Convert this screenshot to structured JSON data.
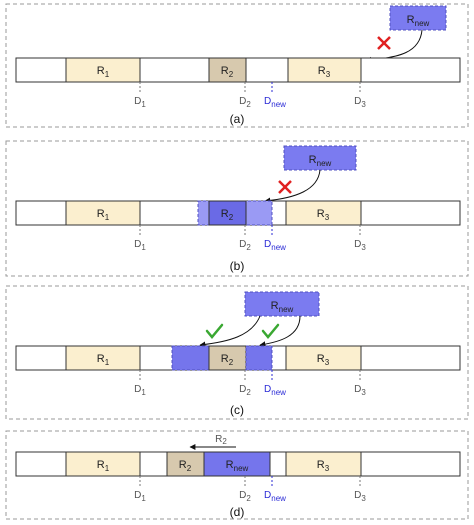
{
  "panels": [
    {
      "caption": "(a)",
      "blocks": [
        {
          "label": "R",
          "sub": "1",
          "fill": "#fbefcf"
        },
        {
          "label": "R",
          "sub": "2",
          "fill": "#d7c9ae"
        },
        {
          "label": "R",
          "sub": "3",
          "fill": "#fbefcf"
        }
      ],
      "new_box": {
        "label": "R",
        "sub": "new"
      },
      "marks": [
        "x"
      ],
      "deadlines": [
        {
          "label": "D",
          "sub": "1"
        },
        {
          "label": "D",
          "sub": "2"
        },
        {
          "label": "D",
          "sub": "new"
        },
        {
          "label": "D",
          "sub": "3"
        }
      ]
    },
    {
      "caption": "(b)",
      "blocks": [
        {
          "label": "R",
          "sub": "1",
          "fill": "#fbefcf"
        },
        {
          "label": "R",
          "sub": "2",
          "fill": "#6a6ae6"
        },
        {
          "label": "R",
          "sub": "3",
          "fill": "#fbefcf"
        }
      ],
      "new_box": {
        "label": "R",
        "sub": "new"
      },
      "marks": [
        "x"
      ],
      "deadlines": [
        {
          "label": "D",
          "sub": "1"
        },
        {
          "label": "D",
          "sub": "2"
        },
        {
          "label": "D",
          "sub": "new"
        },
        {
          "label": "D",
          "sub": "3"
        }
      ]
    },
    {
      "caption": "(c)",
      "blocks": [
        {
          "label": "R",
          "sub": "1",
          "fill": "#fbefcf"
        },
        {
          "label": "R",
          "sub": "2",
          "fill": "#d7c9ae"
        },
        {
          "label": "R",
          "sub": "3",
          "fill": "#fbefcf"
        }
      ],
      "new_box": {
        "label": "R",
        "sub": "new"
      },
      "marks": [
        "check",
        "check"
      ],
      "deadlines": [
        {
          "label": "D",
          "sub": "1"
        },
        {
          "label": "D",
          "sub": "2"
        },
        {
          "label": "D",
          "sub": "new"
        },
        {
          "label": "D",
          "sub": "3"
        }
      ]
    },
    {
      "caption": "(d)",
      "blocks": [
        {
          "label": "R",
          "sub": "1",
          "fill": "#fbefcf"
        },
        {
          "label": "R",
          "sub": "2",
          "fill": "#d7c9ae"
        },
        {
          "label": "R",
          "sub": "new",
          "fill": "#7575ec"
        },
        {
          "label": "R",
          "sub": "3",
          "fill": "#fbefcf"
        }
      ],
      "shift_label": {
        "label": "R",
        "sub": "2"
      },
      "deadlines": [
        {
          "label": "D",
          "sub": "1"
        },
        {
          "label": "D",
          "sub": "2"
        },
        {
          "label": "D",
          "sub": "new"
        },
        {
          "label": "D",
          "sub": "3"
        }
      ]
    }
  ],
  "colors": {
    "frame": "#9a9a9a",
    "reserved": "#fbefcf",
    "r2": "#d7c9ae",
    "new_fill": "#7b7bf0",
    "highlight": "#7575ec",
    "x_mark": "#e02020",
    "check_mark": "#3aa832",
    "dnew_text": "#2b2bd6"
  }
}
